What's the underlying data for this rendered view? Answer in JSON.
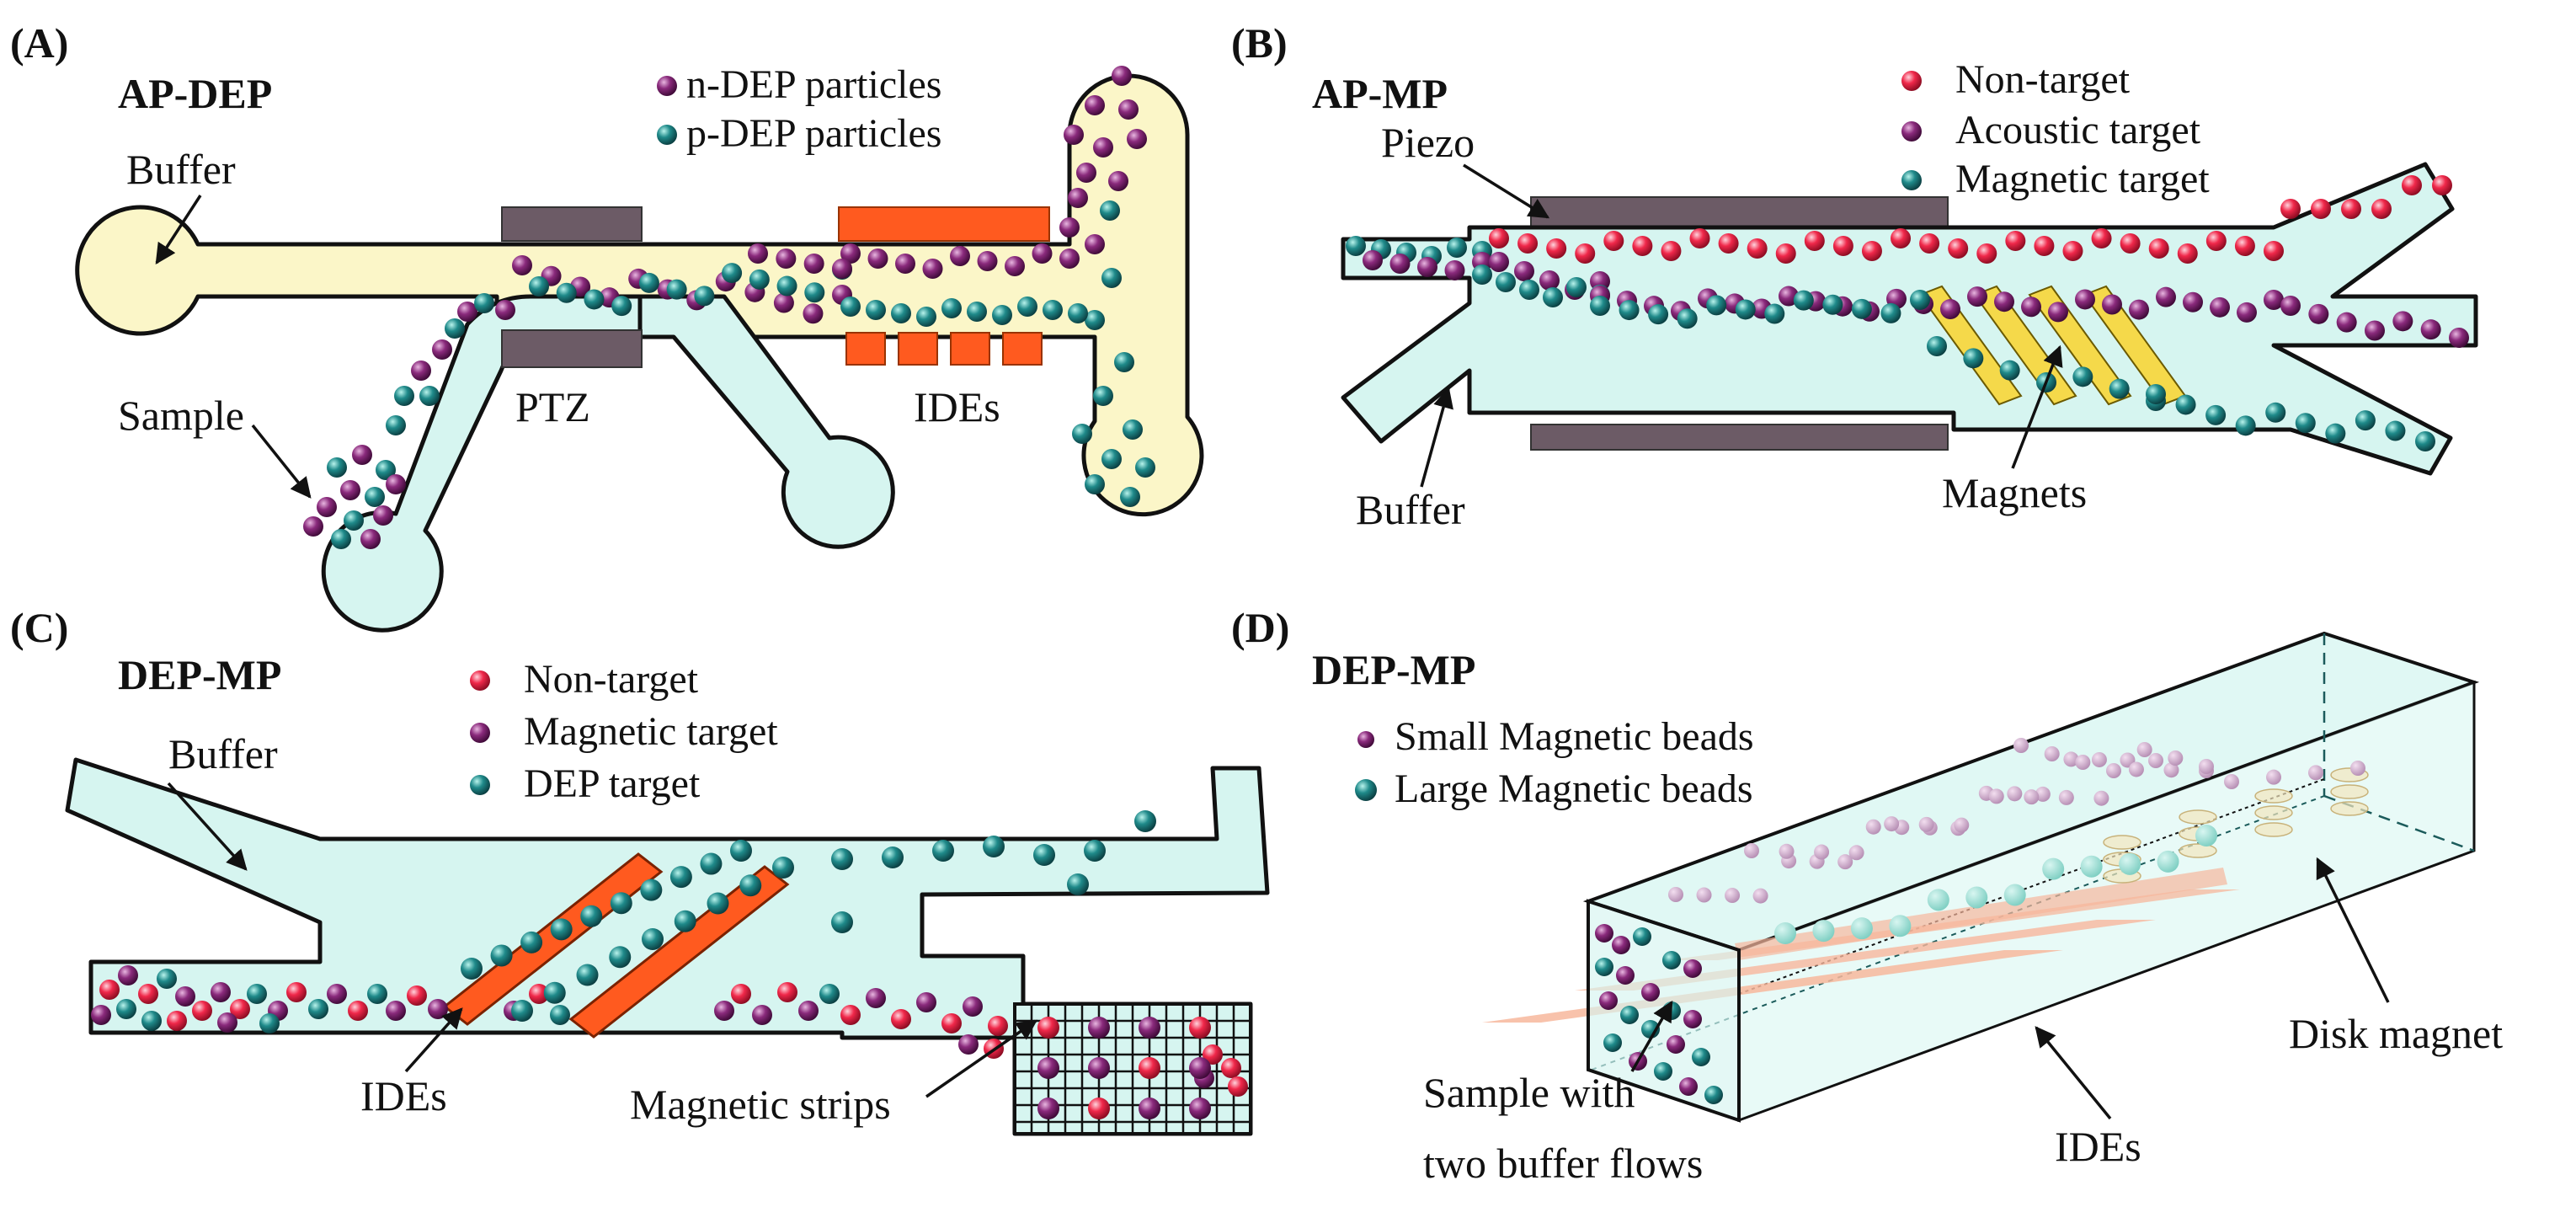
{
  "colors": {
    "channel_cyan": "#d6f5f0",
    "channel_yellow": "#fbf6c8",
    "electrode_orange": "#ff5a1f",
    "piezo_gray": "#6c5b66",
    "magnet_yellow": "#f5d94a",
    "ide_pink": "#f7b79c",
    "particle_red": "#f0284a",
    "particle_purple": "#8a2a7c",
    "particle_teal": "#1f8a8a"
  },
  "panels": {
    "a": {
      "label": "(A)",
      "title": "AP-DEP",
      "legend": [
        "n-DEP particles",
        "p-DEP particles"
      ],
      "labels": {
        "buffer": "Buffer",
        "sample": "Sample",
        "ptz": "PTZ",
        "ides": "IDEs"
      }
    },
    "b": {
      "label": "(B)",
      "title": "AP-MP",
      "legend": [
        "Non-target",
        "Acoustic target",
        "Magnetic target"
      ],
      "labels": {
        "piezo": "Piezo",
        "buffer": "Buffer",
        "magnets": "Magnets"
      }
    },
    "c": {
      "label": "(C)",
      "title": "DEP-MP",
      "legend": [
        "Non-target",
        "Magnetic target",
        "DEP target"
      ],
      "labels": {
        "buffer": "Buffer",
        "ides": "IDEs",
        "strips": "Magnetic strips"
      }
    },
    "d": {
      "label": "(D)",
      "title": "DEP-MP",
      "legend": [
        "Small Magnetic beads",
        "Large Magnetic beads"
      ],
      "labels": {
        "sample_1": "Sample with",
        "sample_2": "two buffer flows",
        "ides": "IDEs",
        "disk": "Disk magnet"
      }
    }
  }
}
